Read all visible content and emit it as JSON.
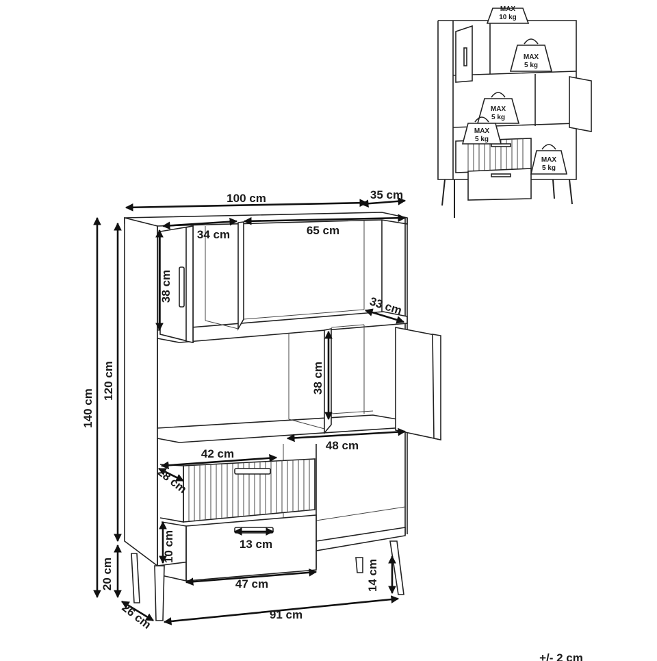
{
  "main_diagram": {
    "width_label": "100 cm",
    "depth_label": "35 cm",
    "height_total_label": "140 cm",
    "height_body_label": "120 cm",
    "leg_height_label": "20 cm",
    "top_left_width_label": "34 cm",
    "top_right_width_label": "65 cm",
    "top_left_height_label": "38 cm",
    "shelf_depth_label": "33 cm",
    "middle_height_label": "38 cm",
    "drawer_width_label": "42 cm",
    "lower_width_label": "48 cm",
    "drawer_depth_label": "28 cm",
    "bottom_drawer_height_label": "10 cm",
    "handle_width_label": "13 cm",
    "bottom_drawer_width_label": "47 cm",
    "leg_clearance_label": "14 cm",
    "base_depth_label": "26 cm",
    "base_width_label": "91 cm"
  },
  "load_diagram": {
    "top_load": {
      "line1": "MAX",
      "line2": "10 kg"
    },
    "shelf_load_1": {
      "line1": "MAX",
      "line2": "5 kg"
    },
    "shelf_load_2": {
      "line1": "MAX",
      "line2": "5 kg"
    },
    "drawer_load": {
      "line1": "MAX",
      "line2": "5 kg"
    },
    "bottom_load": {
      "line1": "MAX",
      "line2": "5 kg"
    }
  },
  "tolerance_label": "+/- 2 cm"
}
